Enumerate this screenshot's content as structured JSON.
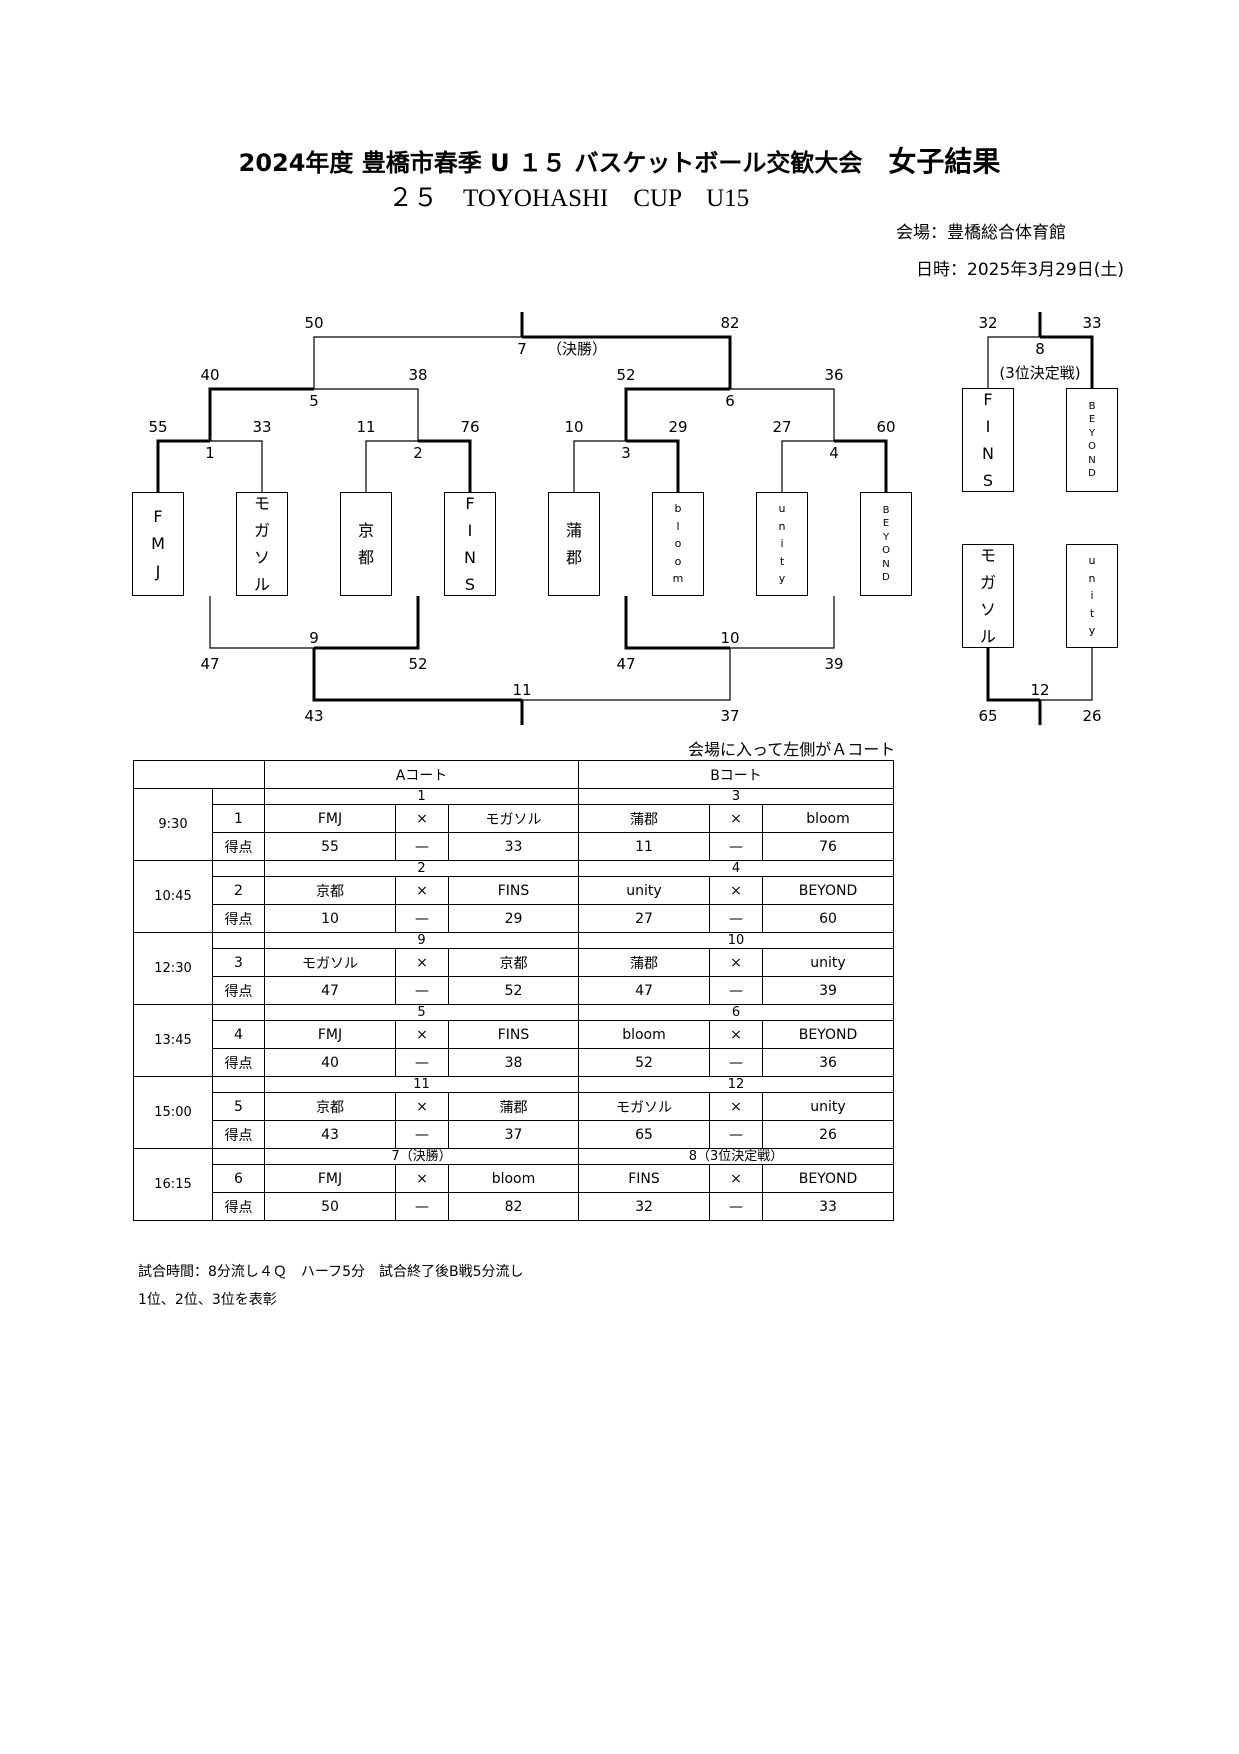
{
  "header": {
    "title_main": "2024年度 豊橋市春季 U １５ バスケットボール交歓大会",
    "title_result": "女子結果",
    "subtitle": "２５　TOYOHASHI　CUP　U15",
    "venue": "会場：豊橋総合体育館",
    "date": "日時：2025年3月29日(土)"
  },
  "bracket": {
    "teams": [
      {
        "chars": [
          "F",
          "M",
          "J"
        ]
      },
      {
        "chars": [
          "モ",
          "ガ",
          "ソ",
          "ル"
        ]
      },
      {
        "chars": [
          "京",
          "都"
        ]
      },
      {
        "chars": [
          "F",
          "I",
          "N",
          "S"
        ]
      },
      {
        "chars": [
          "蒲",
          "郡"
        ]
      },
      {
        "chars": [
          "b",
          "l",
          "o",
          "o",
          "m"
        ]
      },
      {
        "chars": [
          "u",
          "n",
          "i",
          "t",
          "y"
        ]
      },
      {
        "chars": [
          "B",
          "E",
          "Y",
          "O",
          "N",
          "D"
        ]
      }
    ],
    "upper": {
      "r1": [
        {
          "game": "1",
          "left": "55",
          "right": "33"
        },
        {
          "game": "2",
          "left": "11",
          "right": "76"
        },
        {
          "game": "3",
          "left": "10",
          "right": "29"
        },
        {
          "game": "4",
          "left": "27",
          "right": "60"
        }
      ],
      "semis": [
        {
          "game": "5",
          "left": "40",
          "right": "38"
        },
        {
          "game": "6",
          "left": "52",
          "right": "36"
        }
      ],
      "final": {
        "game": "7",
        "label": "（決勝）",
        "left": "50",
        "right": "82"
      }
    },
    "lower": {
      "r1": [
        {
          "game": "9",
          "left": "47",
          "right": "52"
        },
        {
          "game": "10",
          "left": "47",
          "right": "39"
        }
      ],
      "final": {
        "game": "11",
        "left": "43",
        "right": "37"
      }
    },
    "third": {
      "game": "8",
      "label": "(3位決定戦)",
      "left": "32",
      "right": "33",
      "teams": [
        {
          "chars": [
            "F",
            "I",
            "N",
            "S"
          ]
        },
        {
          "chars": [
            "B",
            "E",
            "Y",
            "O",
            "N",
            "D"
          ]
        }
      ]
    },
    "consolation": {
      "game": "12",
      "left": "65",
      "right": "26",
      "teams": [
        {
          "chars": [
            "モ",
            "ガ",
            "ソ",
            "ル"
          ]
        },
        {
          "chars": [
            "u",
            "n",
            "i",
            "t",
            "y"
          ]
        }
      ]
    }
  },
  "court_note": "会場に入って左側がＡコート",
  "schedule": {
    "court_a": "Aコート",
    "court_b": "Bコート",
    "score_label": "得点",
    "vs": "×",
    "dash": "—",
    "slots": [
      {
        "time": "9:30",
        "no": "1",
        "a": {
          "game": "1",
          "home": "FMJ",
          "away": "モガソル",
          "hs": "55",
          "as": "33"
        },
        "b": {
          "game": "3",
          "home": "蒲郡",
          "away": "bloom",
          "hs": "11",
          "as": "76"
        }
      },
      {
        "time": "10:45",
        "no": "2",
        "a": {
          "game": "2",
          "home": "京都",
          "away": "FINS",
          "hs": "10",
          "as": "29"
        },
        "b": {
          "game": "4",
          "home": "unity",
          "away": "BEYOND",
          "hs": "27",
          "as": "60"
        }
      },
      {
        "time": "12:30",
        "no": "3",
        "a": {
          "game": "9",
          "home": "モガソル",
          "away": "京都",
          "hs": "47",
          "as": "52"
        },
        "b": {
          "game": "10",
          "home": "蒲郡",
          "away": "unity",
          "hs": "47",
          "as": "39"
        }
      },
      {
        "time": "13:45",
        "no": "4",
        "a": {
          "game": "5",
          "home": "FMJ",
          "away": "FINS",
          "hs": "40",
          "as": "38"
        },
        "b": {
          "game": "6",
          "home": "bloom",
          "away": "BEYOND",
          "hs": "52",
          "as": "36"
        }
      },
      {
        "time": "15:00",
        "no": "5",
        "a": {
          "game": "11",
          "home": "京都",
          "away": "蒲郡",
          "hs": "43",
          "as": "37"
        },
        "b": {
          "game": "12",
          "home": "モガソル",
          "away": "unity",
          "hs": "65",
          "as": "26"
        }
      },
      {
        "time": "16:15",
        "no": "6",
        "a": {
          "game": "7（決勝）",
          "home": "FMJ",
          "away": "bloom",
          "hs": "50",
          "as": "82"
        },
        "b": {
          "game": "8（3位決定戦）",
          "home": "FINS",
          "away": "BEYOND",
          "hs": "32",
          "as": "33"
        }
      }
    ]
  },
  "notes": [
    "試合時間：8分流し４Ｑ　ハーフ5分　試合終了後B戦5分流し",
    "1位、2位、3位を表彰"
  ]
}
